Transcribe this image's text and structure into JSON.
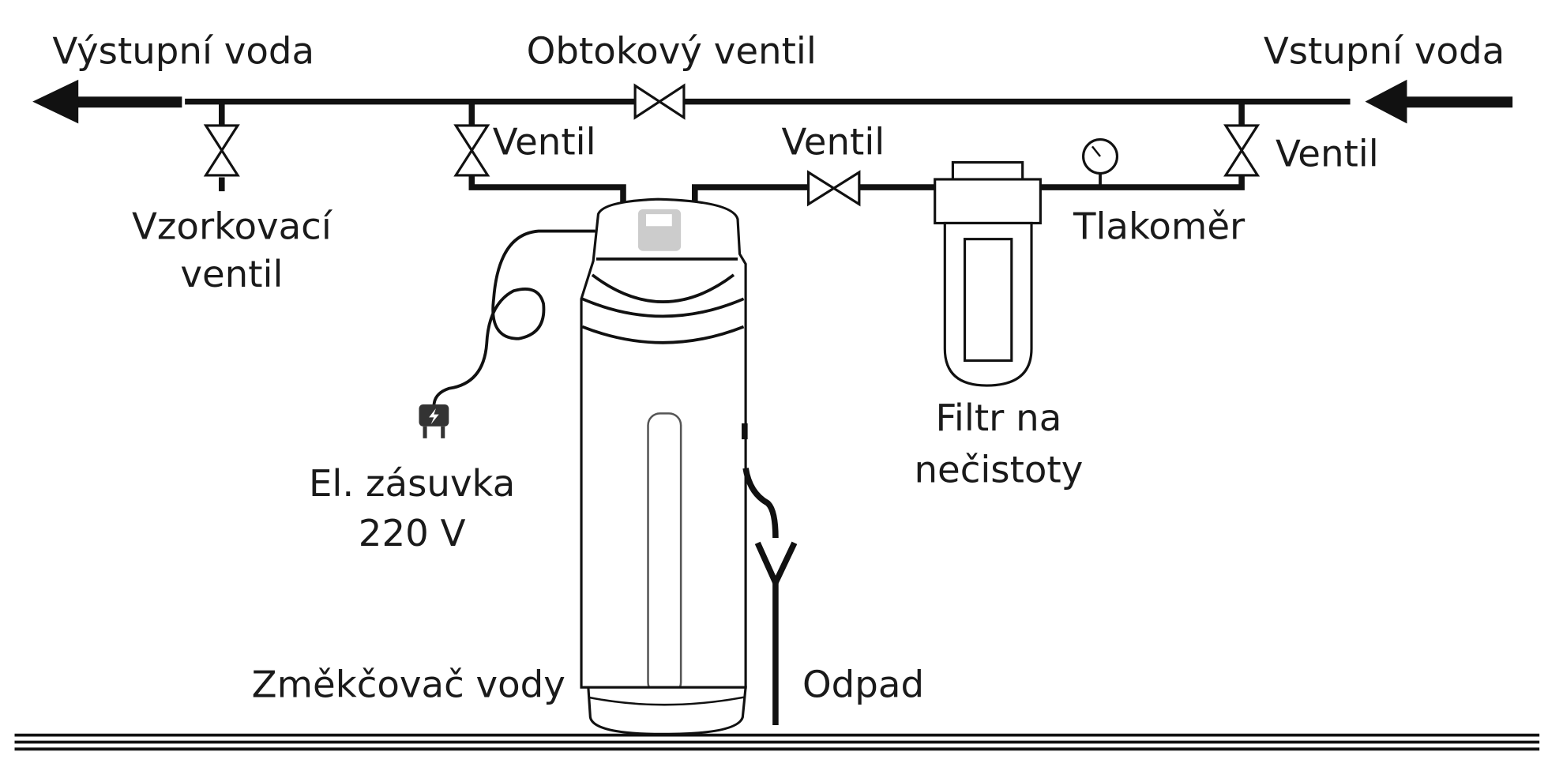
{
  "labels": {
    "outlet": "Výstupní voda",
    "bypass": "Obtokový ventil",
    "inlet": "Vstupní voda",
    "valve_left": "Ventil",
    "valve_middle": "Ventil",
    "valve_right": "Ventil",
    "sampling_line1": "Vzorkovací",
    "sampling_line2": "ventil",
    "gauge": "Tlakoměr",
    "filter_line1": "Filtr na",
    "filter_line2": "nečistoty",
    "socket_line1": "El. zásuvka",
    "socket_line2": "220 V",
    "softener": "Změkčovač vody",
    "drain": "Odpad"
  }
}
